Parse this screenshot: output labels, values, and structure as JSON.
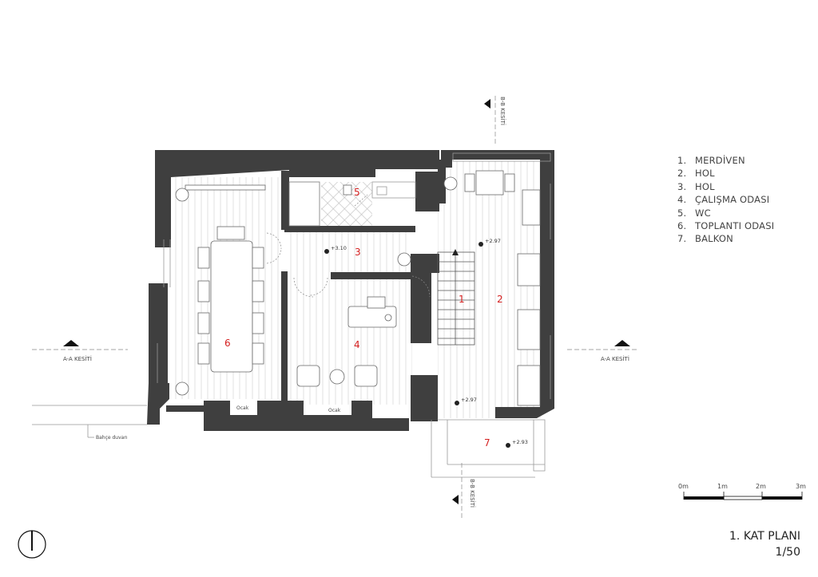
{
  "legend": [
    {
      "num": "1.",
      "label": "MERDİVEN"
    },
    {
      "num": "2.",
      "label": "HOL"
    },
    {
      "num": "3.",
      "label": "HOL"
    },
    {
      "num": "4.",
      "label": "ÇALIŞMA ODASI"
    },
    {
      "num": "5.",
      "label": "WC"
    },
    {
      "num": "6.",
      "label": "TOPLANTI ODASI"
    },
    {
      "num": "7.",
      "label": "BALKON"
    }
  ],
  "room_numbers": {
    "r1": "1",
    "r2": "2",
    "r3": "3",
    "r4": "4",
    "r5": "5",
    "r6": "6",
    "r7": "7"
  },
  "levels": {
    "hol3": "+3.10",
    "hol2_top": "+2.97",
    "hol2_bottom": "+2.97",
    "balkon": "+2.93"
  },
  "section_labels": {
    "aa_left": "A-A KESİTİ",
    "aa_right": "A-A KESİTİ",
    "bb_top": "B-B KESİTİ",
    "bb_bottom": "B-B KESİTİ"
  },
  "fireplace_labels": {
    "left": "Ocak",
    "right": "Ocak"
  },
  "garden_wall_label": "Bahçe duvarı",
  "scale_bar": {
    "ticks": [
      "0m",
      "1m",
      "2m",
      "3m"
    ]
  },
  "title": {
    "line1": "1. KAT PLANI",
    "line2": "1/50"
  },
  "colors": {
    "wall": "#3f3f3f",
    "room_number": "#d42020",
    "line": "#9a9a9a"
  }
}
